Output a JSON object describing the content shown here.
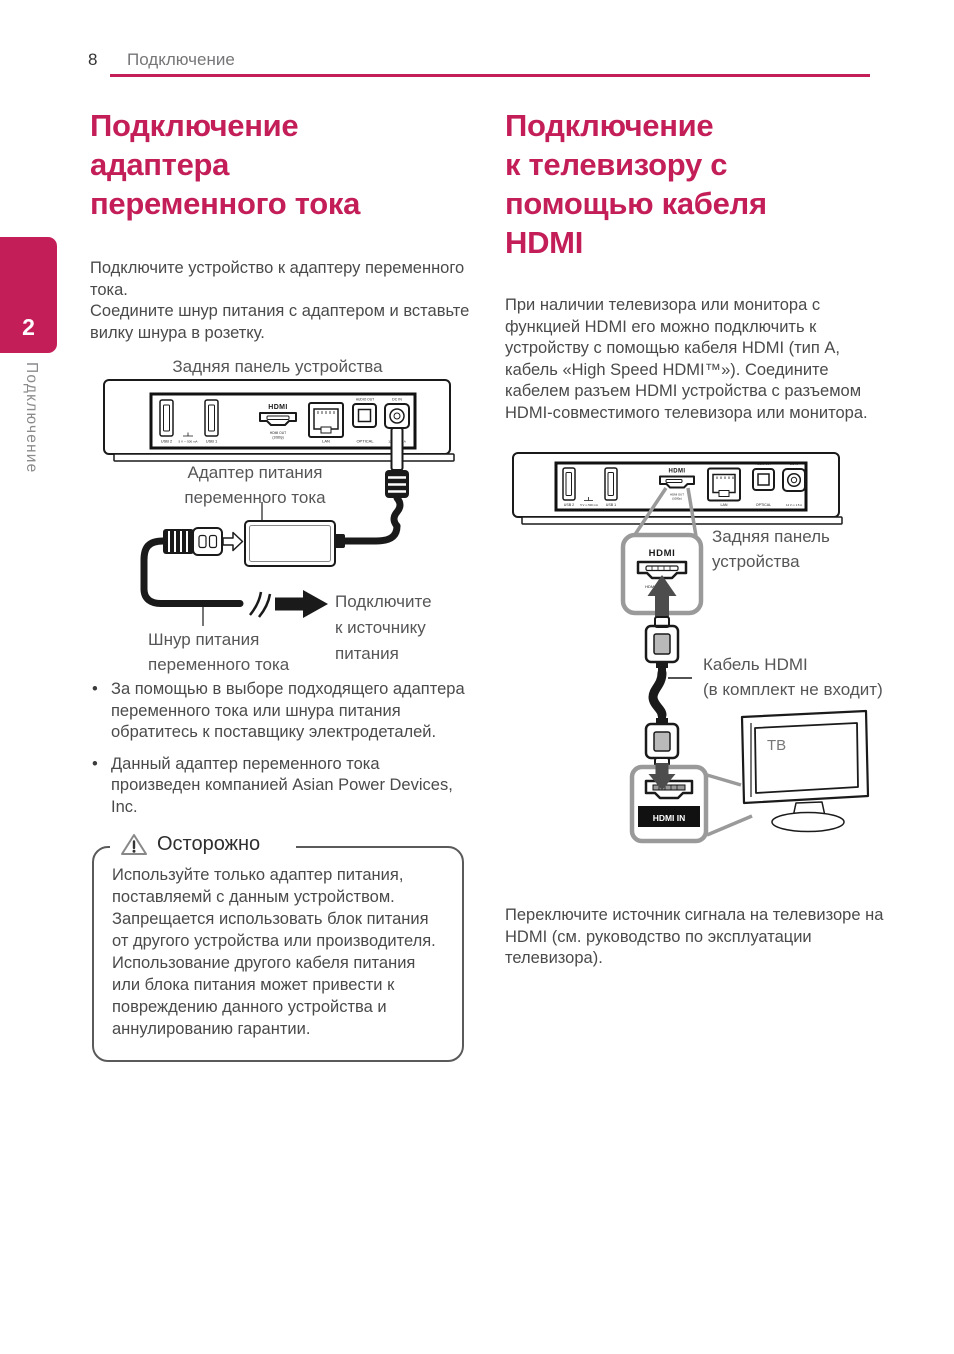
{
  "theme": {
    "accent": "#C41E58"
  },
  "header": {
    "page_number": "8",
    "section": "Подключение"
  },
  "sidebar": {
    "chapter_number": "2",
    "chapter_label": "Подключение"
  },
  "left": {
    "title_lines": [
      "Подключение",
      "адаптера",
      "переменного тока"
    ],
    "intro1": "Подключите устройство к адаптеру переменного тока.",
    "intro2": "Соедините шнур питания с адаптером и вставьте вилку шнура в розетку.",
    "panel_caption": "Задняя панель устройства",
    "adapter_label": "Адаптер питания переменного тока",
    "cord_label": "Шнур питания переменного тока",
    "plug_lines": [
      "Подключите",
      "к источнику",
      "питания"
    ],
    "bullets": [
      "За помощью в выборе подходящего адаптера переменного тока или шнура питания обратитесь к поставщику электродеталей.",
      "Данный адаптер переменного тока произведен компанией Asian Power Devices, Inc."
    ],
    "caution": {
      "title": "Осторожно",
      "body": "Используйте только адаптер питания, поставляемй с данным устройством. Запрещается использовать блок питания от другого устройства или производителя. Использование другого кабеля питания или блока питания может привести к повреждению данного устройства и аннулированию гарантии."
    }
  },
  "right": {
    "title_lines": [
      "Подключение",
      "к телевизору с",
      "помощью кабеля",
      "HDMI"
    ],
    "intro": "При наличии телевизора или монитора с функцией HDMI его можно подключить к устройству с помощью кабеля HDMI (тип A, кабель «High Speed HDMI™»). Соедините кабелем разъем HDMI устройства с разъемом HDMI-совместимого телевизора или монитора.",
    "panel_caption_lines": [
      "Задняя панель",
      "устройства"
    ],
    "cable_label_lines": [
      "Кабель HDMI",
      "(в комплект не входит)"
    ],
    "tv_label": "ТВ",
    "hdmi_in_label": "HDMI IN",
    "outro": "Переключите источник сигнала на телевизоре на HDMI (см. руководство по эксплуатации телевизора)."
  },
  "ports": {
    "usb2": "USB 2",
    "usb1": "USB 1",
    "usb_power": "5 V ⎓ 500 mA",
    "hdmi_logo": "HDMI",
    "hdmi_out": "HDMI OUT",
    "hdmi_out2": "(1080p)",
    "lan": "LAN",
    "audio_out": "AUDIO OUT",
    "optical": "OPTICAL",
    "dc_in": "DC IN",
    "dc_rating": "12 V ⎓ 1.5 A"
  }
}
